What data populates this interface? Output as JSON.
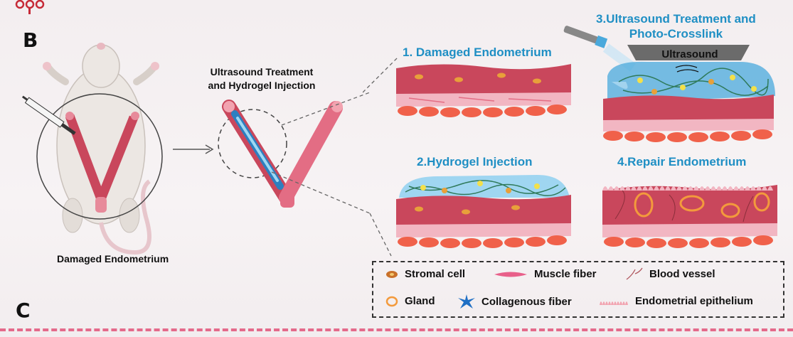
{
  "panel_labels": {
    "b": "B",
    "c": "C"
  },
  "left": {
    "caption": "Damaged Endometrium",
    "middle_caption_line1": "Ultrasound Treatment",
    "middle_caption_line2": "and Hydrogel Injection"
  },
  "steps": [
    {
      "title": "1. Damaged Endometrium"
    },
    {
      "title": "2.Hydrogel Injection"
    },
    {
      "title_line1": "3.Ultrasound Treatment and",
      "title_line2": "Photo-Crosslink",
      "device_label": "Ultrasound"
    },
    {
      "title": "4.Repair Endometrium"
    }
  ],
  "legend": {
    "stromal_cell": "Stromal cell",
    "muscle_fiber": "Muscle fiber",
    "blood_vessel": "Blood vessel",
    "gland": "Gland",
    "collagenous_fiber": "Collagenous fiber",
    "endometrial_epithelium": "Endometrial epithelium"
  },
  "colors": {
    "accent_blue": "#1f8fc4",
    "tissue_red": "#c9475c",
    "tissue_pink": "#f2b6c2",
    "hydrogel_blue": "#7cc4ea",
    "dash_pink": "#e46a8b"
  }
}
